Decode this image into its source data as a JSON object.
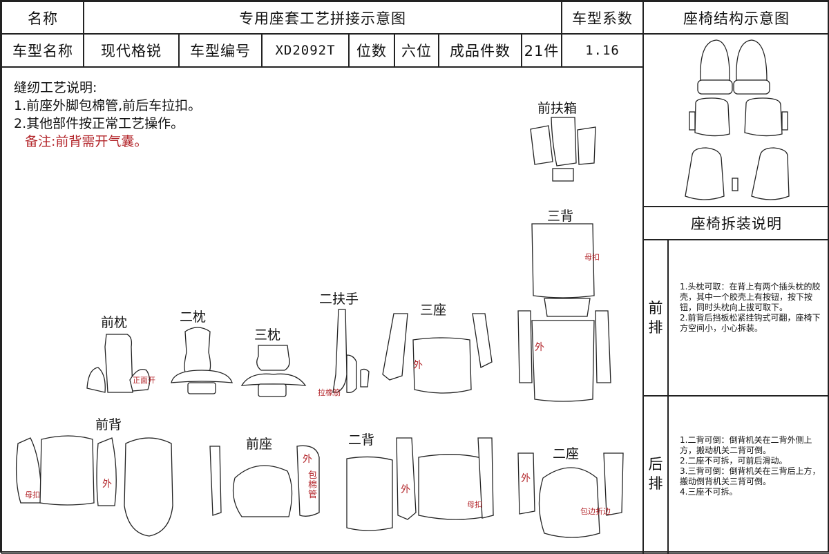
{
  "header": {
    "name_label": "名称",
    "title": "专用座套工艺拼接示意图",
    "coef_label": "车型系数",
    "structure_title": "座椅结构示意图"
  },
  "info_row": {
    "model_name_label": "车型名称",
    "model_name": "现代格锐",
    "model_no_label": "车型编号",
    "model_no": "XD2092T",
    "seats_label": "位数",
    "seats": "六位",
    "pieces_label": "成品件数",
    "pieces": "21件",
    "coef": "1.16"
  },
  "notes": {
    "heading": "缝纫工艺说明:",
    "line1": "1.前座外脚包棉管,前后车拉扣。",
    "line2": "2.其他部件按正常工艺操作。",
    "remark": "备注:前背需开气囊。"
  },
  "parts": {
    "front_armrest": "前扶箱",
    "third_back": "三背",
    "front_headrest": "前枕",
    "second_headrest": "二枕",
    "third_headrest": "三枕",
    "second_armrest": "二扶手",
    "third_seat": "三座",
    "front_back": "前背",
    "front_seat": "前座",
    "second_back": "二背",
    "second_seat": "二座"
  },
  "marks": {
    "mother_buckle": "母扣",
    "open_front": "正面开",
    "outer": "外",
    "pull_rubber": "拉橡筋",
    "wrap_cotton_tube": "包棉管",
    "wrap_fold_edge": "包边折边"
  },
  "removal": {
    "title": "座椅拆装说明",
    "front_label": "前排",
    "front_text": "1.头枕可取：在背上有两个插头枕的胶壳，其中一个胶壳上有按钮，按下按钮，同时头枕向上拔可取下。\n2.前背后挡板松紧挂钩式可翻，座椅下方空间小，小心拆装。",
    "rear_label": "后排",
    "rear_text": "1.二背可倒：倒背机关在二背外侧上方，搬动机关二背可倒。\n2.二座不可拆，可前后滑动。\n3.三背可倒：倒背机关在三背后上方，搬动倒背机关三背可倒。\n4.三座不可拆。"
  }
}
